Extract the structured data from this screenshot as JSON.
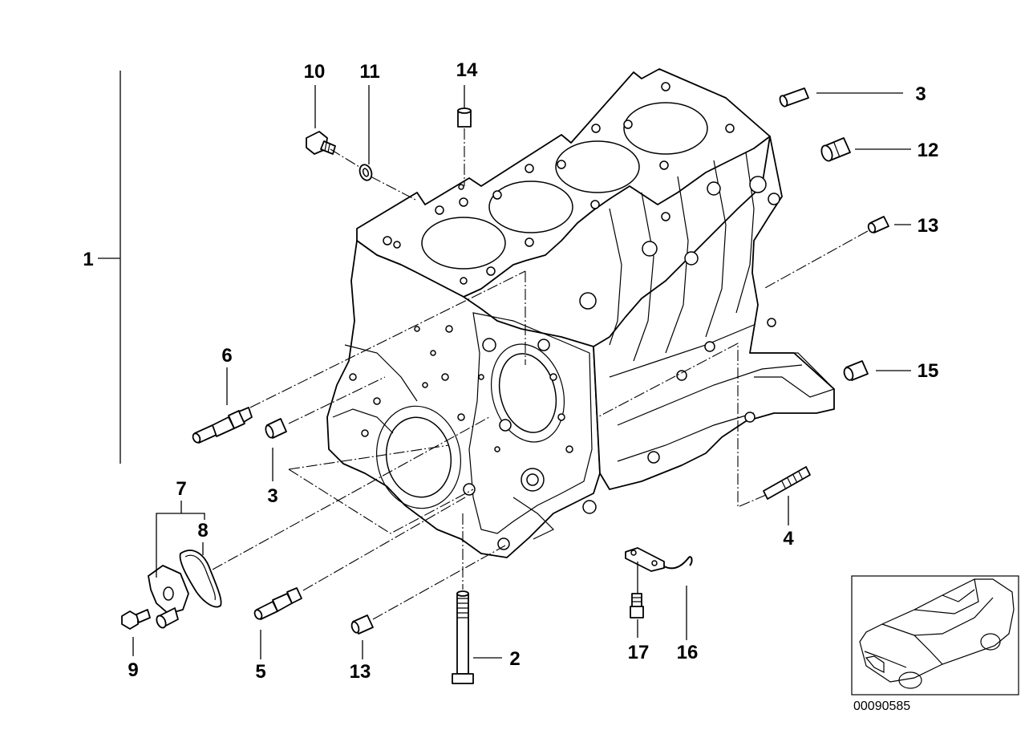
{
  "diagram": {
    "reference_number": "00090585",
    "callouts": [
      "1",
      "2",
      "3",
      "3",
      "4",
      "5",
      "6",
      "7",
      "8",
      "9",
      "10",
      "11",
      "12",
      "13",
      "13",
      "14",
      "15",
      "16",
      "17"
    ]
  }
}
